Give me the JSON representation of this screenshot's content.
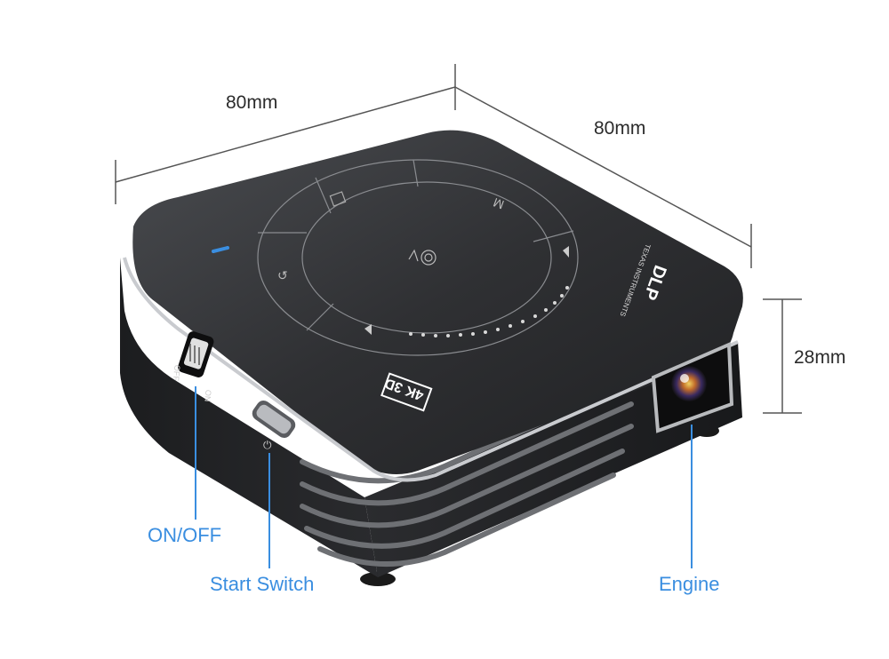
{
  "dimensions": {
    "width_label": "80mm",
    "depth_label": "80mm",
    "height_label": "28mm"
  },
  "callouts": {
    "power": "ON/OFF",
    "start": "Start Switch",
    "engine": "Engine"
  },
  "device": {
    "badge": "4K 3D",
    "brand_logo": "DLP",
    "brand_subtext": "TEXAS INSTRUMENTS",
    "switch_off": "OFF",
    "switch_on": "ON",
    "touch_keys": [
      "home-icon",
      "menu-m-icon",
      "volume-up-icon",
      "volume-down-icon",
      "back-icon",
      "touch-hand-icon"
    ],
    "accent_color": "#3a8ee0",
    "body_color": "#2a2b2d"
  }
}
